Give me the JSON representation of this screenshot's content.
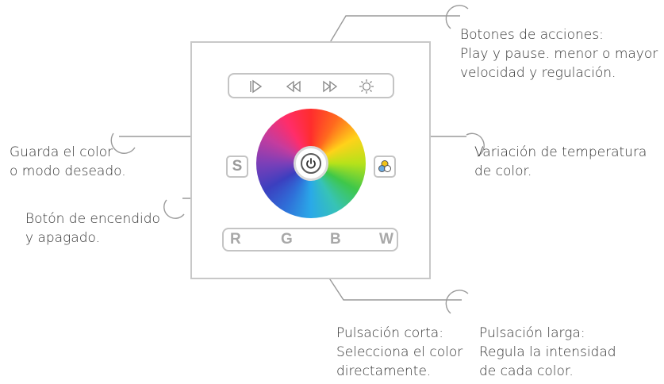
{
  "labels": {
    "acciones": [
      "Botones de acciones:",
      "Play y pause. menor o mayor",
      "velocidad y regulación."
    ],
    "guarda": [
      "Guarda el color",
      "o modo deseado."
    ],
    "temperatura": [
      "Variación de temperatura",
      "de color."
    ],
    "encendido": [
      "Botón de encendido",
      "y apagado."
    ],
    "corta": [
      "Pulsación corta:",
      "Selecciona el color",
      "directamente."
    ],
    "larga": [
      "Pulsación larga:",
      "Regula la intensidad",
      "de cada color."
    ]
  },
  "controller": {
    "action_icons": [
      "play-pause-icon",
      "rewind-icon",
      "fast-forward-icon",
      "brightness-icon"
    ],
    "s_button": "S",
    "power_icon": "power-icon",
    "temperature_icon": "color-temperature-icon",
    "rgbw_keys": [
      "R",
      "G",
      "B",
      "W"
    ]
  },
  "colors": {
    "outline": "#c4c4c4",
    "text": "#333333",
    "key_text": "#a8a8a8"
  }
}
